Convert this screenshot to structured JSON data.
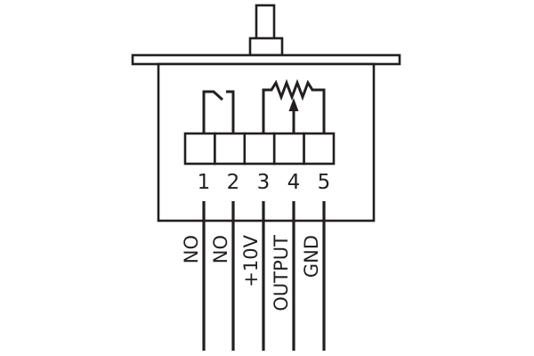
{
  "pins": [
    {
      "number": "1",
      "label": "NO"
    },
    {
      "number": "2",
      "label": "NO"
    },
    {
      "number": "3",
      "label": "+10V"
    },
    {
      "number": "4",
      "label": "OUTPUT"
    },
    {
      "number": "5",
      "label": "GND"
    }
  ],
  "colors": {
    "line": "#231f20",
    "background": "#ffffff"
  }
}
